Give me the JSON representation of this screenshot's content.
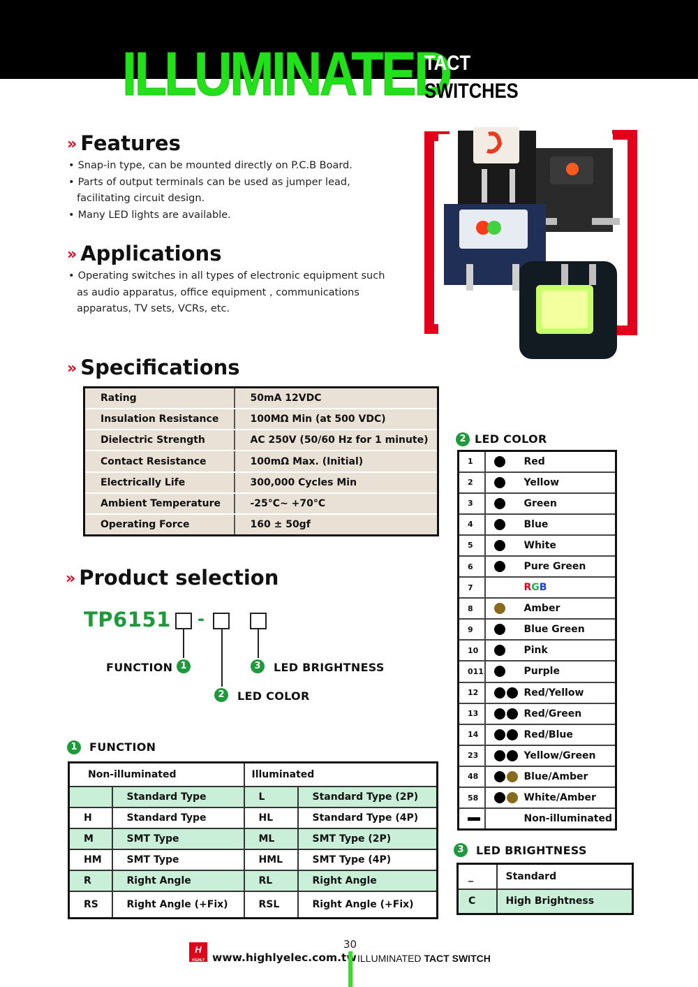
{
  "header": {
    "title_big": "ILLUMINATED",
    "title_line1": "TACT",
    "title_line2": "SWITCHES"
  },
  "features": {
    "heading": "Features",
    "items": [
      "Snap-in type, can be mounted directly on P.C.B Board.",
      "Parts of output terminals can be used as jumper lead, facilitating circuit design.",
      "Many  LED lights are available."
    ]
  },
  "applications": {
    "heading": "Applications",
    "items": [
      "Operating switches in all types of electronic equipment such as audio apparatus, office equipment , communications apparatus, TV sets, VCRs, etc."
    ]
  },
  "specifications": {
    "heading": "Specifications",
    "rows": [
      {
        "k": "Rating",
        "v": "50mA 12VDC"
      },
      {
        "k": "Insulation Resistance",
        "v": "100MΩ Min (at 500 VDC)"
      },
      {
        "k": "Dielectric Strength",
        "v": "AC 250V (50/60 Hz for 1 minute)"
      },
      {
        "k": "Contact Resistance",
        "v": "100mΩ Max. (Initial)"
      },
      {
        "k": "Electrically Life",
        "v": "300,000 Cycles Min"
      },
      {
        "k": "Ambient Temperature",
        "v": "-25°C~ +70°C"
      },
      {
        "k": "Operating Force",
        "v": "160 ± 50gf"
      }
    ]
  },
  "product_selection": {
    "heading": "Product selection",
    "part_number": "TP6151",
    "dash": "-",
    "n1": "1",
    "n2": "2",
    "n3": "3",
    "function_label": "FUNCTION",
    "led_color_label": "LED COLOR",
    "led_brightness_label": "LED BRIGHTNESS"
  },
  "function_table": {
    "heading": "FUNCTION",
    "header": [
      "Non-illuminated",
      "Illuminated"
    ],
    "rows": [
      [
        "",
        "Standard Type",
        "L",
        "Standard Type (2P)"
      ],
      [
        "H",
        "Standard Type",
        "HL",
        "Standard Type (4P)"
      ],
      [
        "M",
        "SMT Type",
        "ML",
        "SMT Type (2P)"
      ],
      [
        "HM",
        "SMT Type",
        "HML",
        "SMT Type (4P)"
      ],
      [
        "R",
        "Right Angle",
        "RL",
        "Right Angle"
      ],
      [
        "RS",
        "Right Angle (+Fix)",
        "RSL",
        "Right Angle (+Fix)"
      ]
    ]
  },
  "led_color": {
    "heading": "LED COLOR",
    "rgb_colors": {
      "R": "#e3001b",
      "G": "#22b14c",
      "B": "#1f3fd6"
    },
    "dot_colors": {
      "black": "#000000",
      "amber": "#8a6a1c"
    },
    "rows": [
      {
        "code": "1",
        "dots": [
          "black"
        ],
        "name": "Red"
      },
      {
        "code": "2",
        "dots": [
          "black"
        ],
        "name": "Yellow"
      },
      {
        "code": "3",
        "dots": [
          "black"
        ],
        "name": "Green"
      },
      {
        "code": "4",
        "dots": [
          "black"
        ],
        "name": "Blue"
      },
      {
        "code": "5",
        "dots": [
          "black"
        ],
        "name": "White"
      },
      {
        "code": "6",
        "dots": [
          "black"
        ],
        "name": "Pure Green"
      },
      {
        "code": "7",
        "dots": [],
        "name": "RGB",
        "rgb": true
      },
      {
        "code": "8",
        "dots": [
          "amber"
        ],
        "name": "Amber"
      },
      {
        "code": "9",
        "dots": [
          "black"
        ],
        "name": "Blue Green"
      },
      {
        "code": "10",
        "dots": [
          "black"
        ],
        "name": "Pink"
      },
      {
        "code": "011",
        "dots": [
          "black"
        ],
        "name": "Purple"
      },
      {
        "code": "12",
        "dots": [
          "black",
          "black"
        ],
        "name": "Red/Yellow"
      },
      {
        "code": "13",
        "dots": [
          "black",
          "black"
        ],
        "name": "Red/Green"
      },
      {
        "code": "14",
        "dots": [
          "black",
          "black"
        ],
        "name": "Red/Blue"
      },
      {
        "code": "23",
        "dots": [
          "black",
          "black"
        ],
        "name": "Yellow/Green"
      },
      {
        "code": "48",
        "dots": [
          "black",
          "amber"
        ],
        "name": "Blue/Amber"
      },
      {
        "code": "58",
        "dots": [
          "black",
          "amber"
        ],
        "name": "White/Amber"
      },
      {
        "code": "",
        "dots": [],
        "name": "Non-illuminated",
        "dash": true
      }
    ]
  },
  "led_brightness": {
    "heading": "LED BRIGHTNESS",
    "rows": [
      {
        "code": "_",
        "name": "Standard"
      },
      {
        "code": "C",
        "name": "High Brightness"
      }
    ]
  },
  "footer": {
    "page": "30",
    "url": "www.highlyelec.com.tw",
    "title": [
      "ILLUMINATED",
      "TACT",
      "SWITCH"
    ],
    "logo_text": "HIGHLY"
  },
  "colors": {
    "accent_red": "#e3001b",
    "title_green": "#22e019",
    "brand_green": "#1e9a3c",
    "table_tan": "#e9e0d6",
    "table_mint": "#c9efd9"
  }
}
